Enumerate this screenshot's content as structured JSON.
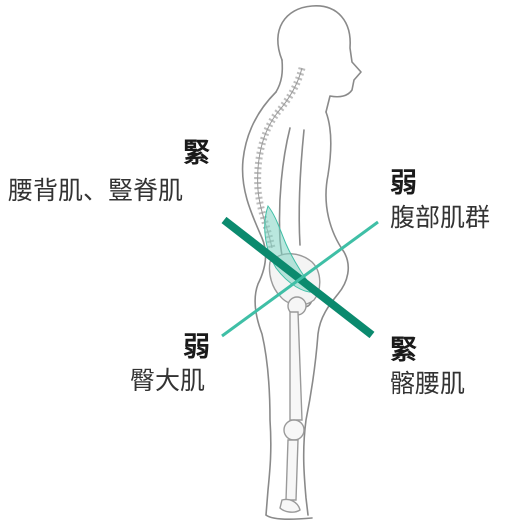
{
  "colors": {
    "tight_line": "#0b8a6e",
    "weak_line": "#3fbfa6",
    "outline": "#8a8a8a",
    "muscle_fill": "#7fd3c2",
    "label": "#1a1a1a"
  },
  "labels": {
    "upper_left_state": "緊",
    "upper_left_muscles": "腰背肌、豎脊肌",
    "upper_right_state": "弱",
    "upper_right_muscles": "腹部肌群",
    "lower_left_state": "弱",
    "lower_left_muscles": "臀大肌",
    "lower_right_state": "緊",
    "lower_right_muscles": "髂腰肌"
  },
  "icons": {
    "figure": "human-side-view-skeleton-icon"
  }
}
